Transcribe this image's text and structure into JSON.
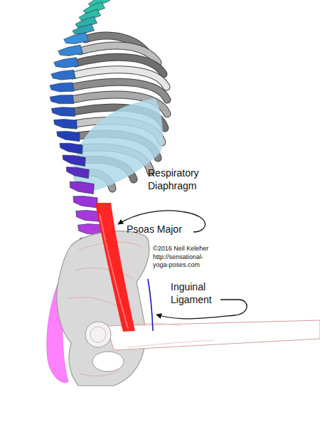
{
  "diagram": {
    "labels": [
      "Respiratory Diaphragm",
      "Psoas Major",
      "©2016 Neil Keleher http://sensational- yoga-poses.com",
      "Inguinal Ligament"
    ]
  }
}
